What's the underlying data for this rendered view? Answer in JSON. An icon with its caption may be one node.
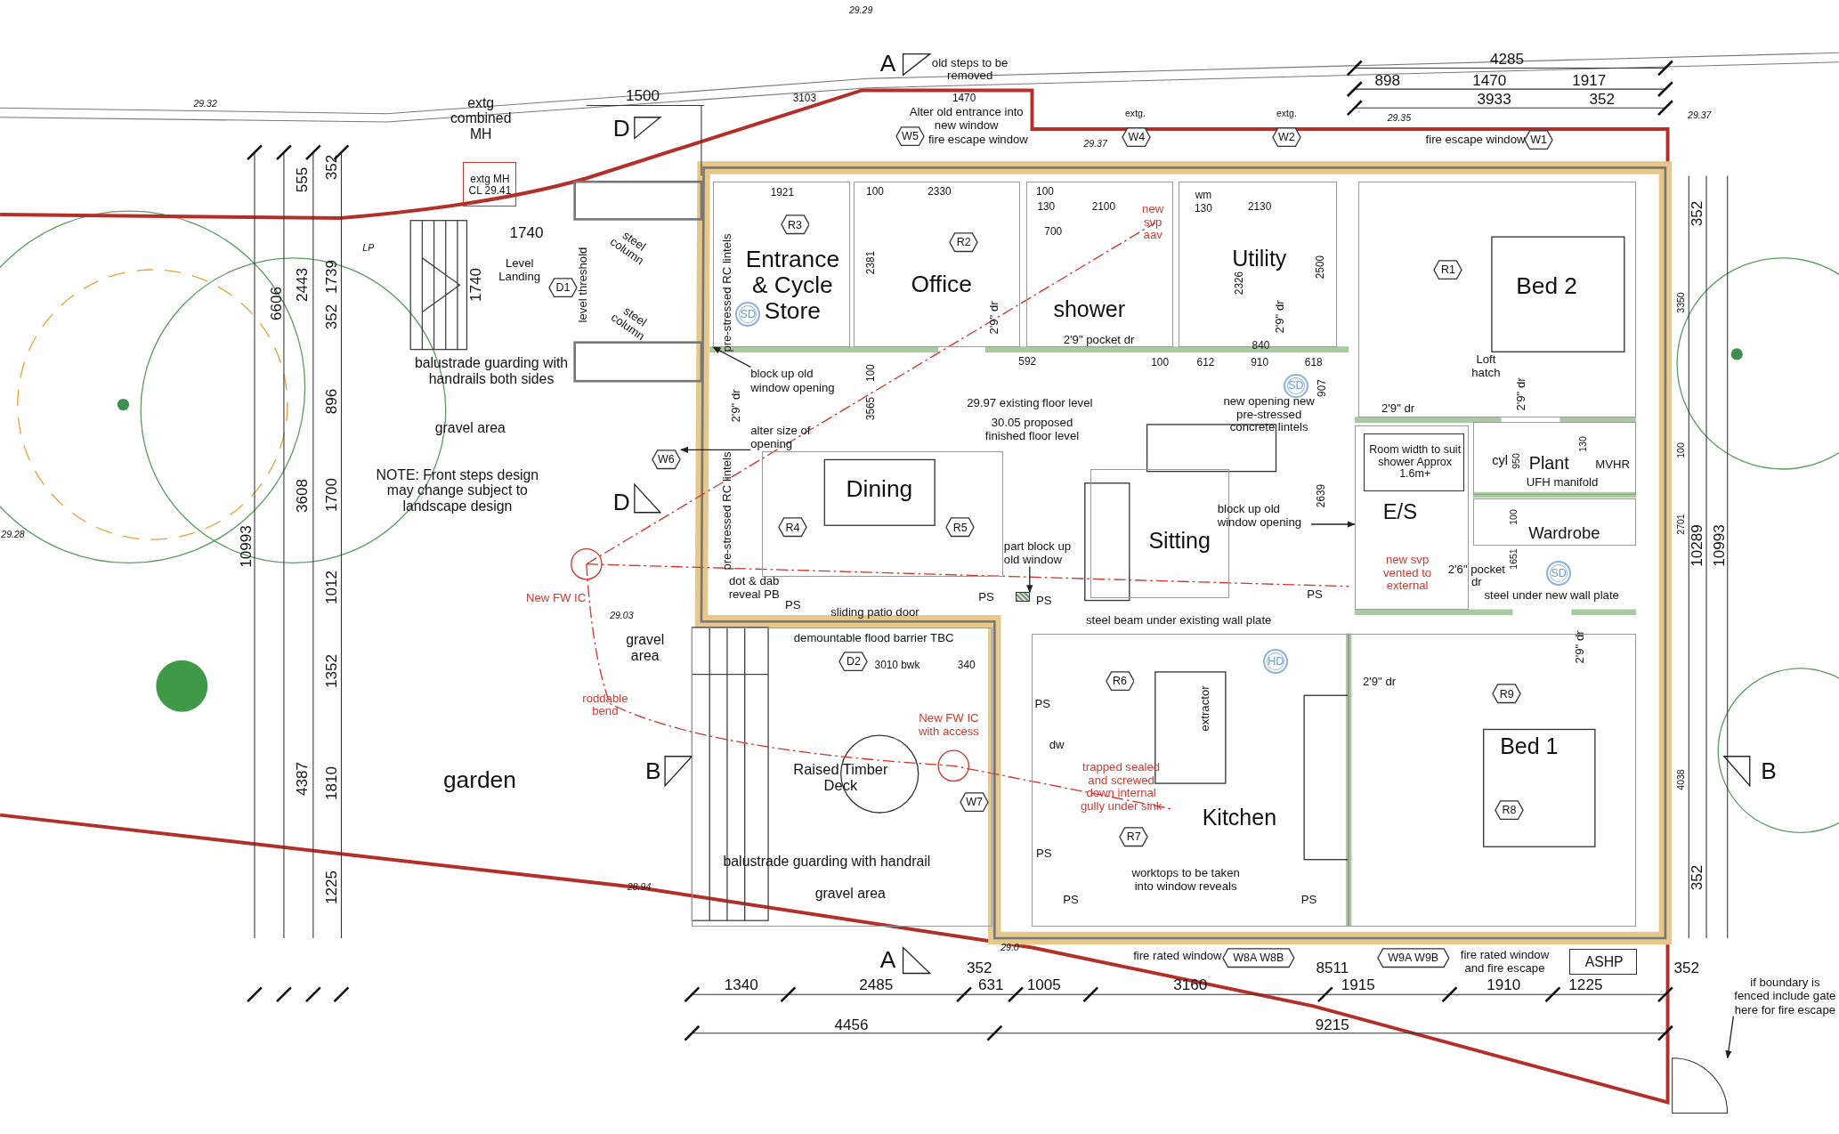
{
  "diagram": {
    "nodes": [
      {
        "text": [
          "Entrance & Cycle Store"
        ]
      },
      {
        "text": [
          "Office"
        ]
      },
      {
        "text": [
          "shower"
        ]
      },
      {
        "text": [
          "Utility"
        ]
      },
      {
        "text": [
          "Bed 2"
        ]
      },
      {
        "text": [
          "Dining"
        ]
      },
      {
        "text": [
          "Sitting"
        ]
      },
      {
        "text": [
          "E/S"
        ]
      },
      {
        "text": [
          "Room width to suit shower Approx 1.6m+"
        ],
        "in": 7
      },
      {
        "text": [
          "Plant"
        ]
      },
      {
        "text": [
          "Wardrobe"
        ]
      },
      {
        "text": [
          "Kitchen"
        ]
      },
      {
        "text": [
          "Bed 1"
        ]
      },
      {
        "text": [
          "Raised Timber Deck"
        ]
      },
      {
        "text": [
          "extg MH CL 29.41"
        ]
      },
      {
        "text": [
          "ASHP"
        ]
      },
      {
        "text": [
          "R1"
        ],
        "in": 4
      },
      {
        "text": [
          "R2"
        ],
        "in": 1
      },
      {
        "text": [
          "R3"
        ],
        "in": 0
      },
      {
        "text": [
          "R4"
        ],
        "in": 5
      },
      {
        "text": [
          "R5"
        ],
        "in": 5
      },
      {
        "text": [
          "R6"
        ],
        "in": 11
      },
      {
        "text": [
          "R7"
        ],
        "in": 11
      },
      {
        "text": [
          "R8"
        ],
        "in": 12
      },
      {
        "text": [
          "R9"
        ],
        "in": 12
      },
      {
        "text": [
          "W1"
        ]
      },
      {
        "text": [
          "W2"
        ]
      },
      {
        "text": [
          "W4"
        ]
      },
      {
        "text": [
          "W5"
        ]
      },
      {
        "text": [
          "W6"
        ]
      },
      {
        "text": [
          "W7"
        ],
        "in": 13
      },
      {
        "text": [
          "W8A W8B"
        ]
      },
      {
        "text": [
          "W9A W9B"
        ]
      },
      {
        "text": [
          "D1"
        ]
      },
      {
        "text": [
          "D2"
        ],
        "in": 13
      },
      {
        "text": [
          "SD"
        ],
        "in": 0
      },
      {
        "text": [
          "SD"
        ]
      },
      {
        "text": [
          "SD"
        ]
      },
      {
        "text": [
          "HD"
        ],
        "in": 11
      },
      {
        "text": [
          "block up old window opening"
        ]
      },
      {
        "text": [
          "alter size of opening"
        ]
      },
      {
        "text": [
          "block up old window opening"
        ]
      },
      {
        "text": [
          "part block up old window"
        ]
      },
      {
        "text": [
          "if boundary is fenced include gate here for fire escape"
        ]
      },
      {
        "text": [],
        "shape": "box"
      },
      {
        "text": [],
        "shape": "circle"
      }
    ],
    "edges": [
      {
        "from": 39,
        "to": 0,
        "arrow": "to"
      },
      {
        "from": 40,
        "to": 29,
        "arrow": "to"
      },
      {
        "from": 41,
        "to": 7,
        "arrow": "to"
      },
      {
        "from": 42,
        "to": 44,
        "arrow": "to"
      },
      {
        "from": 43,
        "to": 45,
        "arrow": "to"
      }
    ],
    "labels": [
      "29.29",
      "A",
      "old steps to be removed",
      "4285",
      "898",
      "1470",
      "1917",
      "29.32",
      "1500",
      "3103",
      "1470",
      "3933",
      "352",
      "extg combined MH",
      "Alter old entrance into new window",
      "extg.",
      "extg.",
      "29.35",
      "29.37",
      "D",
      "fire escape window",
      "29.37",
      "fire escape window",
      "555",
      "352",
      "1921",
      "100",
      "2330",
      "100",
      "wm",
      "130",
      "2100",
      "new svp aav",
      "130",
      "2130",
      "352",
      "1740",
      "700",
      "LP",
      "steel column",
      "Level Landing",
      "2381",
      "2500",
      "2443",
      "1739",
      "1740",
      "level threshold",
      "2326",
      "6606",
      "pre-stressed RC lintels",
      "3350",
      "352",
      "steel column",
      "2'9\" dr",
      "2'9\" dr",
      "2'9\" pocket dr",
      "840",
      "balustrade guarding with handrails both sides",
      "100",
      "592",
      "100",
      "612",
      "910",
      "618",
      "Loft hatch",
      "896",
      "2'9\" dr",
      "3565",
      "29.97 existing floor level",
      "907",
      "2'9\" dr",
      "2'9\" dr",
      "gravel area",
      "30.05 proposed finished floor level",
      "new opening new pre-stressed concrete lintels",
      "cyl",
      "950",
      "130",
      "MVHR",
      "100",
      "3608",
      "1700",
      "NOTE: Front steps design may change subject to landscape design",
      "D",
      "pre-stressed RC lintels",
      "2639",
      "UFH manifold",
      "100",
      "2701",
      "29.28",
      "10993",
      "10289",
      "10993",
      "1651",
      "new svp vented to external",
      "2'6\" pocket dr",
      "1012",
      "New FW IC",
      "dot & dab reveal PB",
      "PS",
      "PS",
      "PS",
      "steel under new wall plate",
      "29.03",
      "PS",
      "sliding patio door",
      "steel beam under existing wall plate",
      "gravel area",
      "demountable flood barrier TBC",
      "2'9\" dr",
      "1352",
      "3010 bwk",
      "340",
      "2'9\" dr",
      "roddable bend",
      "PS",
      "extractor",
      "New FW IC with access",
      "dw",
      "4387",
      "1810",
      "garden",
      "B",
      "trapped sealed and screwed down internal gully under sink",
      "4038",
      "B",
      "balustrade guarding with handrail",
      "PS",
      "worktops to be taken into window reveals",
      "352",
      "1225",
      "28.94",
      "gravel area",
      "PS",
      "PS",
      "A",
      "352",
      "29.0",
      "fire rated window",
      "8511",
      "fire rated window and fire escape",
      "352",
      "1340",
      "2485",
      "631",
      "1005",
      "3160",
      "1915",
      "1910",
      "1225",
      "4456",
      "9215"
    ]
  }
}
